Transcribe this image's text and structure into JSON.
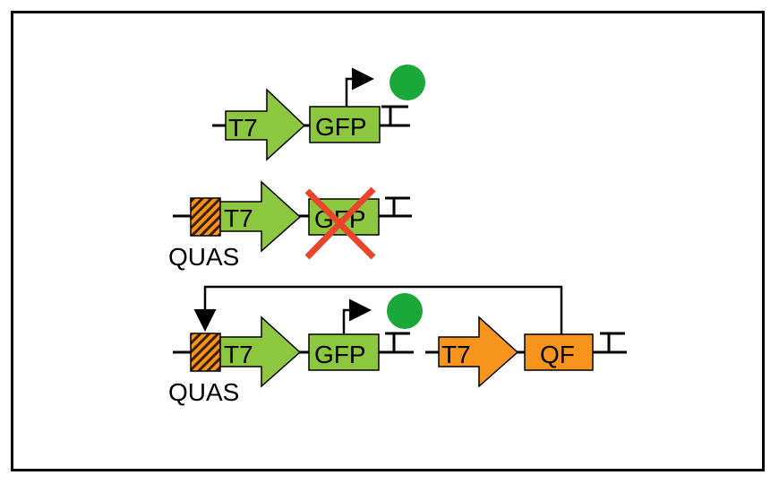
{
  "colors": {
    "green": "#8dc63f",
    "orange": "#f7941d",
    "protein": "#1aa83a",
    "cross": "#e8452c",
    "line": "#000000"
  },
  "row1": {
    "promoter": "T7",
    "gene": "GFP"
  },
  "row2": {
    "operator": "QUAS",
    "promoter": "T7",
    "gene": "GFP"
  },
  "row3": {
    "operator": "QUAS",
    "promoter": "T7",
    "gene": "GFP",
    "promoter2": "T7",
    "gene2": "QF"
  }
}
